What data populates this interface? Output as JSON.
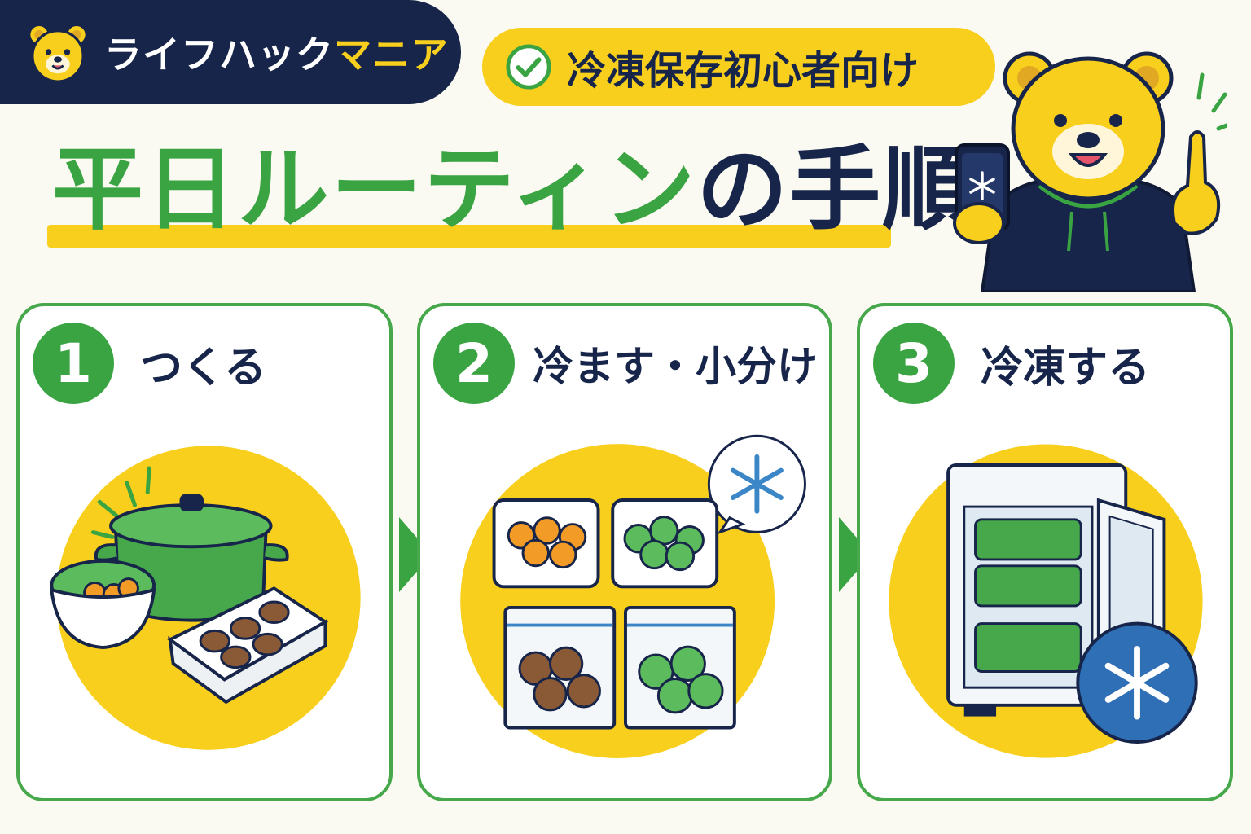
{
  "brand": {
    "name_main": "ライフハック",
    "name_accent": "マニア",
    "logo_icon": "bear-face-icon"
  },
  "audience": {
    "label": "冷凍保存初心者向け",
    "icon": "check-circle-icon"
  },
  "title": {
    "green_part": "平日ルーティン",
    "navy_part": "の手順"
  },
  "mascot": {
    "icon": "bear-mascot-with-phone-icon"
  },
  "steps": [
    {
      "number": "1",
      "label": "つくる",
      "icon": "cooking-pot-and-dishes-icon"
    },
    {
      "number": "2",
      "label": "冷ます・小分け",
      "icon": "containers-and-bags-icon"
    },
    {
      "number": "3",
      "label": "冷凍する",
      "icon": "freezer-icon"
    }
  ],
  "colors": {
    "navy": "#17254a",
    "green": "#3aa443",
    "yellow": "#f7cf1c",
    "background": "#fbfaf2",
    "snow_blue": "#3b86c7"
  }
}
